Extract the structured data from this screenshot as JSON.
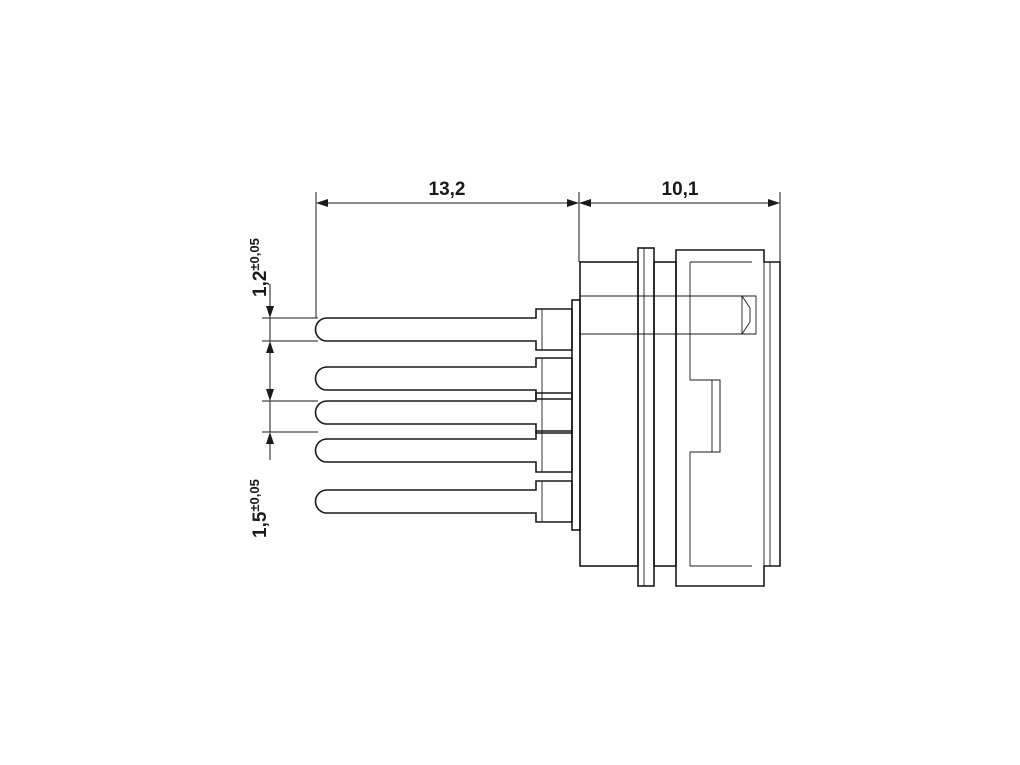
{
  "drawing": {
    "dimensions": {
      "pin_length": "13,2",
      "body_length": "10,1",
      "pin_diameter": {
        "nominal": "1,2",
        "tolerance": "±0,05"
      },
      "pin_pitch": {
        "nominal": "1,5",
        "tolerance": "±0,05"
      }
    }
  }
}
